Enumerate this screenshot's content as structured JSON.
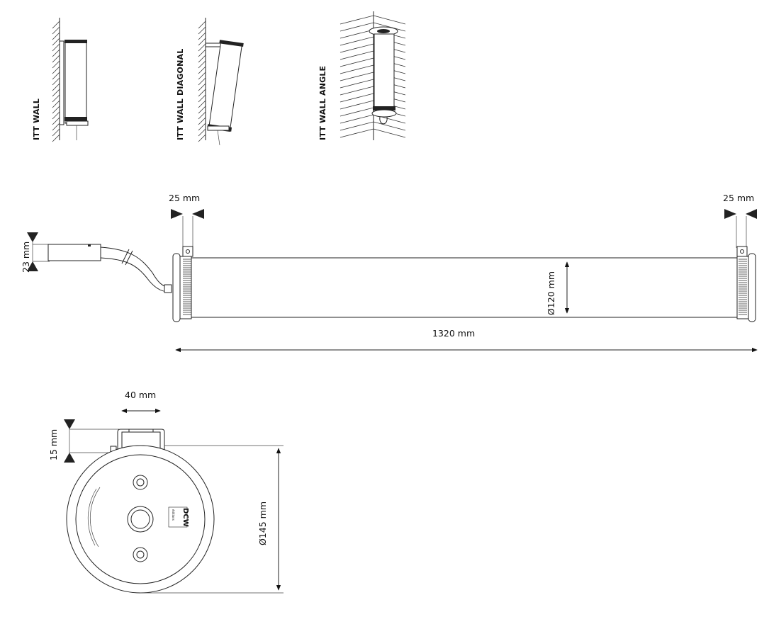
{
  "variants": [
    {
      "name": "ITT WALL"
    },
    {
      "name": "ITT WALL DIAGONAL"
    },
    {
      "name": "ITT WALL ANGLE"
    }
  ],
  "side_view": {
    "left_offset": "25 mm",
    "right_offset": "25 mm",
    "cable_box_height": "23 mm",
    "tube_diameter": "Ø120 mm",
    "length": "1320 mm"
  },
  "end_view": {
    "bracket_width": "40 mm",
    "bracket_height": "15 mm",
    "cap_diameter": "Ø145 mm",
    "logo": "DCW",
    "logo_sub": "éditions"
  }
}
